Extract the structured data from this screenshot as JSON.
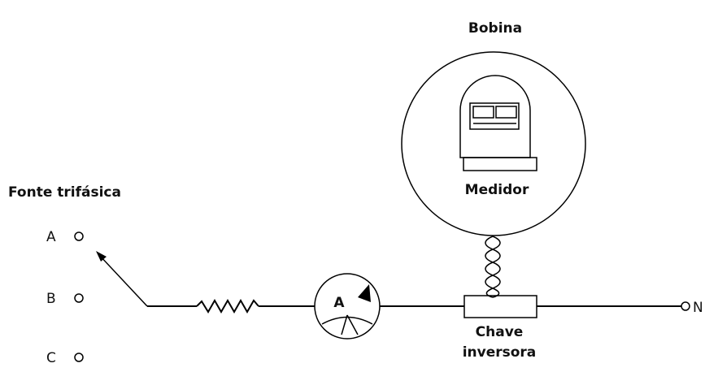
{
  "labels": {
    "coil": "Bobina",
    "meter": "Medidor",
    "source": "Fonte trifásica",
    "phase_a": "A",
    "phase_b": "B",
    "phase_c": "C",
    "ammeter": "A",
    "switch_line1": "Chave",
    "switch_line2": "inversora",
    "neutral": "N"
  },
  "colors": {
    "line": "#000000",
    "text": "#111111",
    "background": "#ffffff"
  }
}
